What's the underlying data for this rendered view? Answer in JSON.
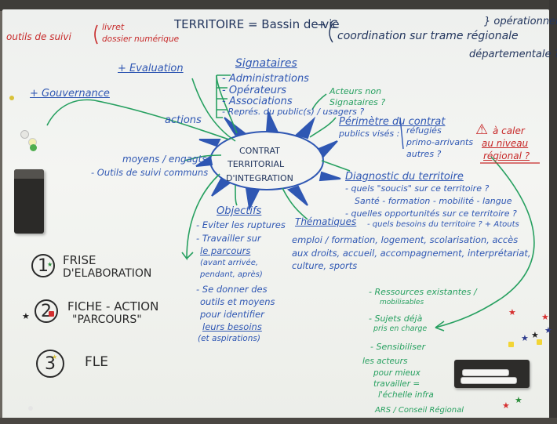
{
  "center": {
    "line1": "CONTRAT",
    "line2": "TERRITORIAL",
    "line3": "D'INTEGRATION"
  },
  "header": {
    "territoire": "TERRITOIRE = Bassin de vie",
    "coordination_prefix": "+ C",
    "coordination": "coordination sur trame régionale",
    "departementale": "départementale ?",
    "operationnel": "} opérationnel"
  },
  "outils_suivi": {
    "label": "outils de suivi",
    "item1": "livret",
    "item2": "dossier numérique"
  },
  "branches": {
    "evaluation": "+ Evaluation",
    "gouvernance": "+ Gouvernance",
    "actions": "actions",
    "moyens": "moyens / engagts",
    "outils_communs": "- Outils de suivi communs"
  },
  "signataires": {
    "title": "Signataires",
    "items": [
      "- Administrations",
      "- Opérateurs",
      "- Associations",
      "- Représ. du public(s) / usagers ?"
    ],
    "acteurs": "Acteurs non",
    "acteurs2": "Signataires ?"
  },
  "perimetre": {
    "title": "Périmètre du contrat",
    "publics": "publics visés :",
    "items": [
      "réfugiés",
      "primo-arrivants",
      "autres ?"
    ]
  },
  "alert": {
    "icon": "⚠",
    "line1": "à caler",
    "line2": "au niveau",
    "line3": "régional ?"
  },
  "diagnostic": {
    "title": "Diagnostic du territoire",
    "items": [
      "- quels \"soucis\" sur ce territoire ?",
      "Santé - formation - mobilité - langue",
      "- quelles opportunités sur ce territoire ?",
      "- quels besoins du territoire ? + Atouts"
    ]
  },
  "thematiques": {
    "title": "Thématiques",
    "line1": "emploi / formation, logement, scolarisation, accès",
    "line2": "aux droits, accueil, accompagnement, interprétariat,",
    "line3": "culture, sports"
  },
  "objectifs": {
    "title": "Objectifs",
    "items": [
      "- Eviter les ruptures",
      "- Travailler sur",
      "le parcours",
      "(avant arrivée,",
      "pendant, après)",
      "- Se donner des",
      "outils et moyens",
      "pour identifier",
      "leurs besoins",
      "(et aspirations)"
    ]
  },
  "green_notes": {
    "items": [
      "- Ressources existantes /",
      "mobilisables",
      "- Sujets déjà",
      "pris en charge",
      "- Sensibiliser",
      "les acteurs",
      "pour mieux",
      "travailler =",
      "l'échelle infra",
      "ARS / Conseil Régional"
    ]
  },
  "steps": [
    {
      "number": "1",
      "line1": "FRISE",
      "line2": "D'ELABORATION"
    },
    {
      "number": "2",
      "line1": "FICHE - ACTION",
      "line2": "\"PARCOURS\""
    },
    {
      "number": "3",
      "line1": "FLE",
      "line2": ""
    }
  ]
}
